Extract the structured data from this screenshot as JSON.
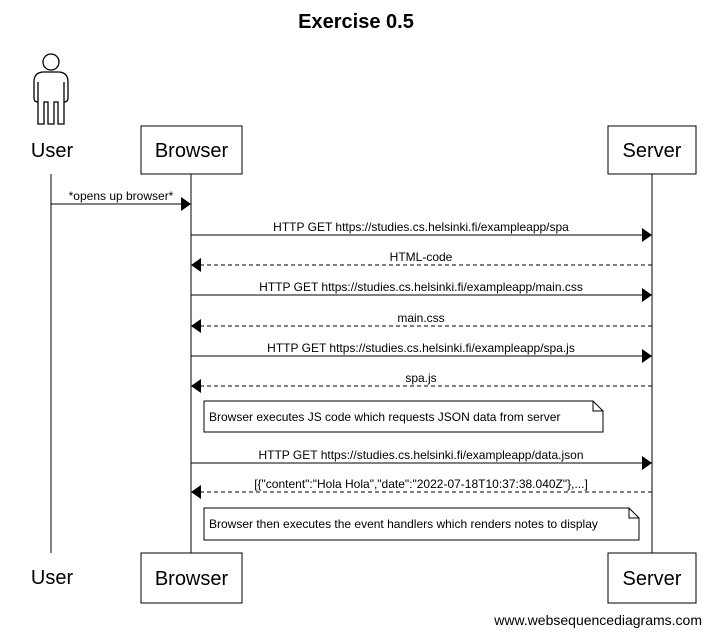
{
  "title": "Exercise 0.5",
  "participants": [
    {
      "id": "user",
      "label": "User",
      "kind": "actor"
    },
    {
      "id": "browser",
      "label": "Browser",
      "kind": "box"
    },
    {
      "id": "server",
      "label": "Server",
      "kind": "box"
    }
  ],
  "messages": [
    {
      "from": "user",
      "to": "browser",
      "label": "*opens up browser*",
      "style": "solid"
    },
    {
      "from": "browser",
      "to": "server",
      "label": "HTTP GET https://studies.cs.helsinki.fi/exampleapp/spa",
      "style": "solid"
    },
    {
      "from": "server",
      "to": "browser",
      "label": "HTML-code",
      "style": "dashed"
    },
    {
      "from": "browser",
      "to": "server",
      "label": "HTTP GET https://studies.cs.helsinki.fi/exampleapp/main.css",
      "style": "solid"
    },
    {
      "from": "server",
      "to": "browser",
      "label": "main.css",
      "style": "dashed"
    },
    {
      "from": "browser",
      "to": "server",
      "label": "HTTP GET https://studies.cs.helsinki.fi/exampleapp/spa.js",
      "style": "solid"
    },
    {
      "from": "server",
      "to": "browser",
      "label": "spa.js",
      "style": "dashed"
    },
    {
      "from": "browser",
      "to": "server",
      "label": "HTTP GET https://studies.cs.helsinki.fi/exampleapp/data.json",
      "style": "solid"
    },
    {
      "from": "server",
      "to": "browser",
      "label": "[{\"content\":\"Hola Hola\",\"date\":\"2022-07-18T10:37:38.040Z\"},...]",
      "style": "dashed"
    }
  ],
  "notes": [
    {
      "text": "Browser executes JS code which requests JSON data from server"
    },
    {
      "text": "Browser then executes the event handlers which renders notes to display"
    }
  ],
  "watermark": "www.websequencediagrams.com"
}
